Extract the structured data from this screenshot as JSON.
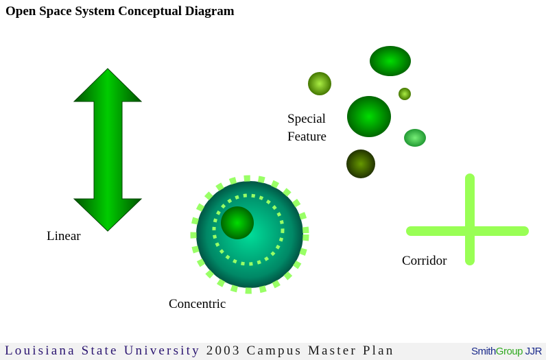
{
  "title": "Open Space System Conceptual Diagram",
  "labels": {
    "linear": "Linear",
    "concentric": "Concentric",
    "special_line1": "Special",
    "special_line2": "Feature",
    "corridor": "Corridor"
  },
  "footer": {
    "university": "Louisiana State University",
    "rest": "2003 Campus Master Plan",
    "logo_smith": "Smith",
    "logo_group": "Group",
    "logo_jjr": " JJR"
  },
  "colors": {
    "dark_green": "#006600",
    "bright_green": "#00cc00",
    "lime": "#99ff55",
    "teal": "#00cc99",
    "dark_teal": "#005544",
    "purple": "#2a1470"
  }
}
